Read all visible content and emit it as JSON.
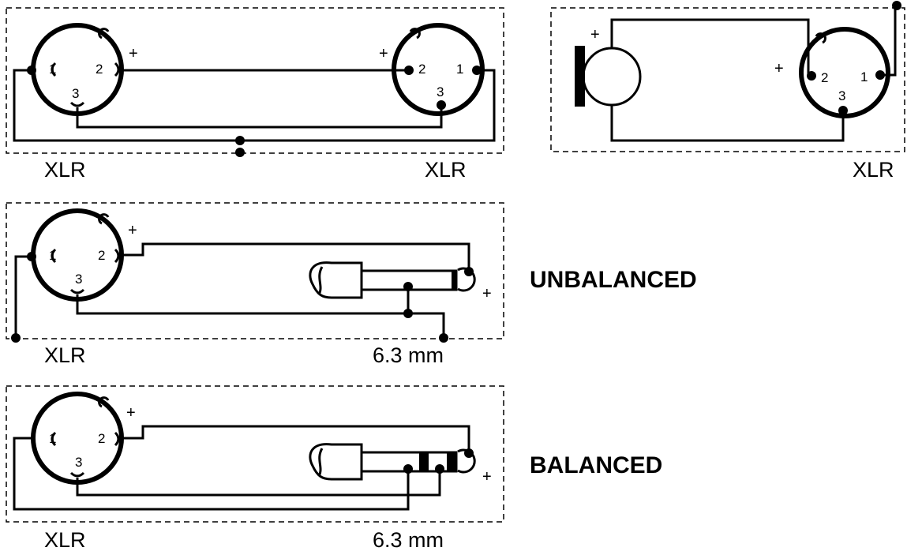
{
  "labels": {
    "xlr": "XLR",
    "jack": "6.3 mm",
    "plus": "+",
    "unbalanced": "UNBALANCED",
    "balanced": "BALANCED"
  },
  "pins": {
    "p1": "1",
    "p2": "2",
    "p3": "3"
  },
  "colors": {
    "line": "#000000",
    "background": "#ffffff"
  }
}
